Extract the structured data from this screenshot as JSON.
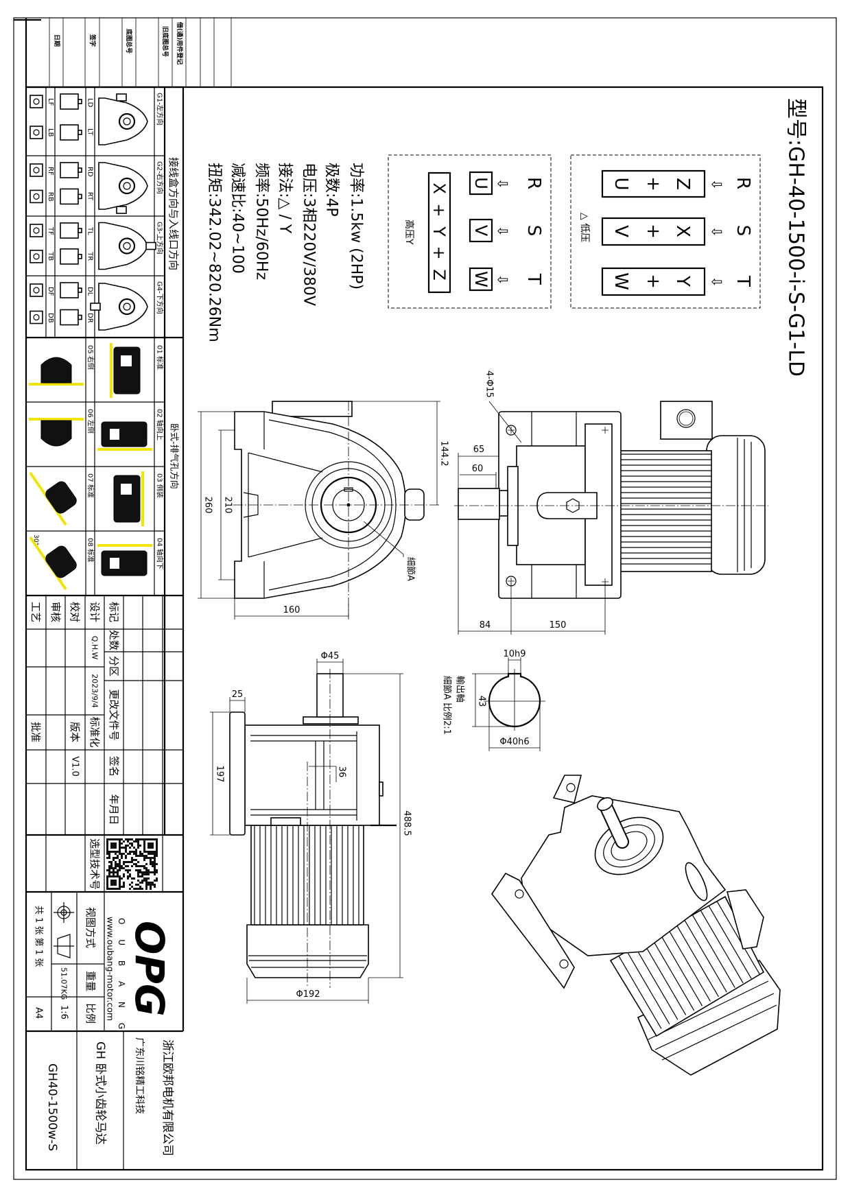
{
  "title": "型号:GH-40-1500-i-S-G1-LD",
  "specs": [
    "功率:1.5kw (2HP)",
    "极数:4P",
    "电压:3相220V/380V",
    "接法:△ / Y",
    "频率:50Hz/60Hz",
    "减速比:40~100",
    "扭矩:342.02~820.26Nm"
  ],
  "wiring": {
    "high": {
      "label": "高压Y",
      "inputs": [
        "R",
        "S",
        "T"
      ],
      "terminals": [
        "U",
        "V",
        "W"
      ],
      "star": "X + Y + Z"
    },
    "low": {
      "label": "△ 低压",
      "inputs": [
        "R",
        "S",
        "T"
      ],
      "links": [
        {
          "a": "U",
          "plus": "+",
          "b": "Z"
        },
        {
          "a": "V",
          "plus": "+",
          "b": "X"
        },
        {
          "a": "W",
          "plus": "+",
          "b": "Y"
        }
      ]
    }
  },
  "front_view": {
    "d260": "260",
    "d210": "210",
    "d144": "144.2",
    "d160": "160",
    "detail": "細節A"
  },
  "side_view": {
    "holes": "4-Φ15",
    "d65": "65",
    "d60": "60",
    "d84": "84",
    "d150": "150"
  },
  "bottom_view": {
    "d45": "Φ45",
    "d25": "25",
    "d197": "197",
    "d36": "36",
    "d488": "488.5",
    "d192": "Φ192"
  },
  "shaft_detail": {
    "title": "輸出軸",
    "subtitle": "細節A  比例2:1",
    "key": "10h9",
    "height": "43",
    "dia": "Φ40h6"
  },
  "header_strip": [
    "日期",
    "签字",
    "底图总号",
    "旧底图总号",
    "借(通)用件登记"
  ],
  "mounting": {
    "title": "接线盒方向与入线口方向",
    "rows": [
      {
        "g": "G1-左方向",
        "a": "LD",
        "b": "LT",
        "c": "LF",
        "d": "LB"
      },
      {
        "g": "G2-右方向",
        "a": "RD",
        "b": "RT",
        "c": "RF",
        "d": "RB"
      },
      {
        "g": "G3-上方向",
        "a": "TL",
        "b": "TR",
        "c": "TF",
        "d": "TB"
      },
      {
        "g": "G4-下方向",
        "a": "DL",
        "b": "DR",
        "c": "DF",
        "d": "DB"
      }
    ]
  },
  "installation": {
    "title": "卧式-排气孔方向",
    "right": [
      "01 标准",
      "02 轴向上",
      "03 倒装",
      "04 轴向下"
    ],
    "left": [
      "05 右侧",
      "06 左侧",
      "07 标准",
      "08 标准"
    ],
    "angle": "30°"
  },
  "revision": {
    "headers": [
      "标记",
      "处数",
      "分区",
      "更改文件号",
      "签名",
      "年月日"
    ],
    "roles": [
      "设计",
      "校对",
      "审核",
      "工艺"
    ],
    "designer": "Q.H.W",
    "date": "2023/9/4",
    "standardization": "标准化",
    "version_label": "版本",
    "version": "V1.0",
    "approve": "批准"
  },
  "qr_label": "选型技术号",
  "brand": {
    "logo": "OPG",
    "letters": "O U B A N G",
    "url": "www.oubang-motor.com"
  },
  "sheet": {
    "view_method": "视图方式",
    "weight_label": "重量",
    "weight": "51.07KG",
    "scale_label": "比例",
    "scale": "1:6",
    "sheets": "共 1 张 第 1 张",
    "size": "A4"
  },
  "product": {
    "code": "GH40-1500w-S",
    "name": "GH 卧式小齿轮马达",
    "company": "浙江欧邦电机有限公司",
    "company_overlay": "广东川铭精工科技"
  }
}
